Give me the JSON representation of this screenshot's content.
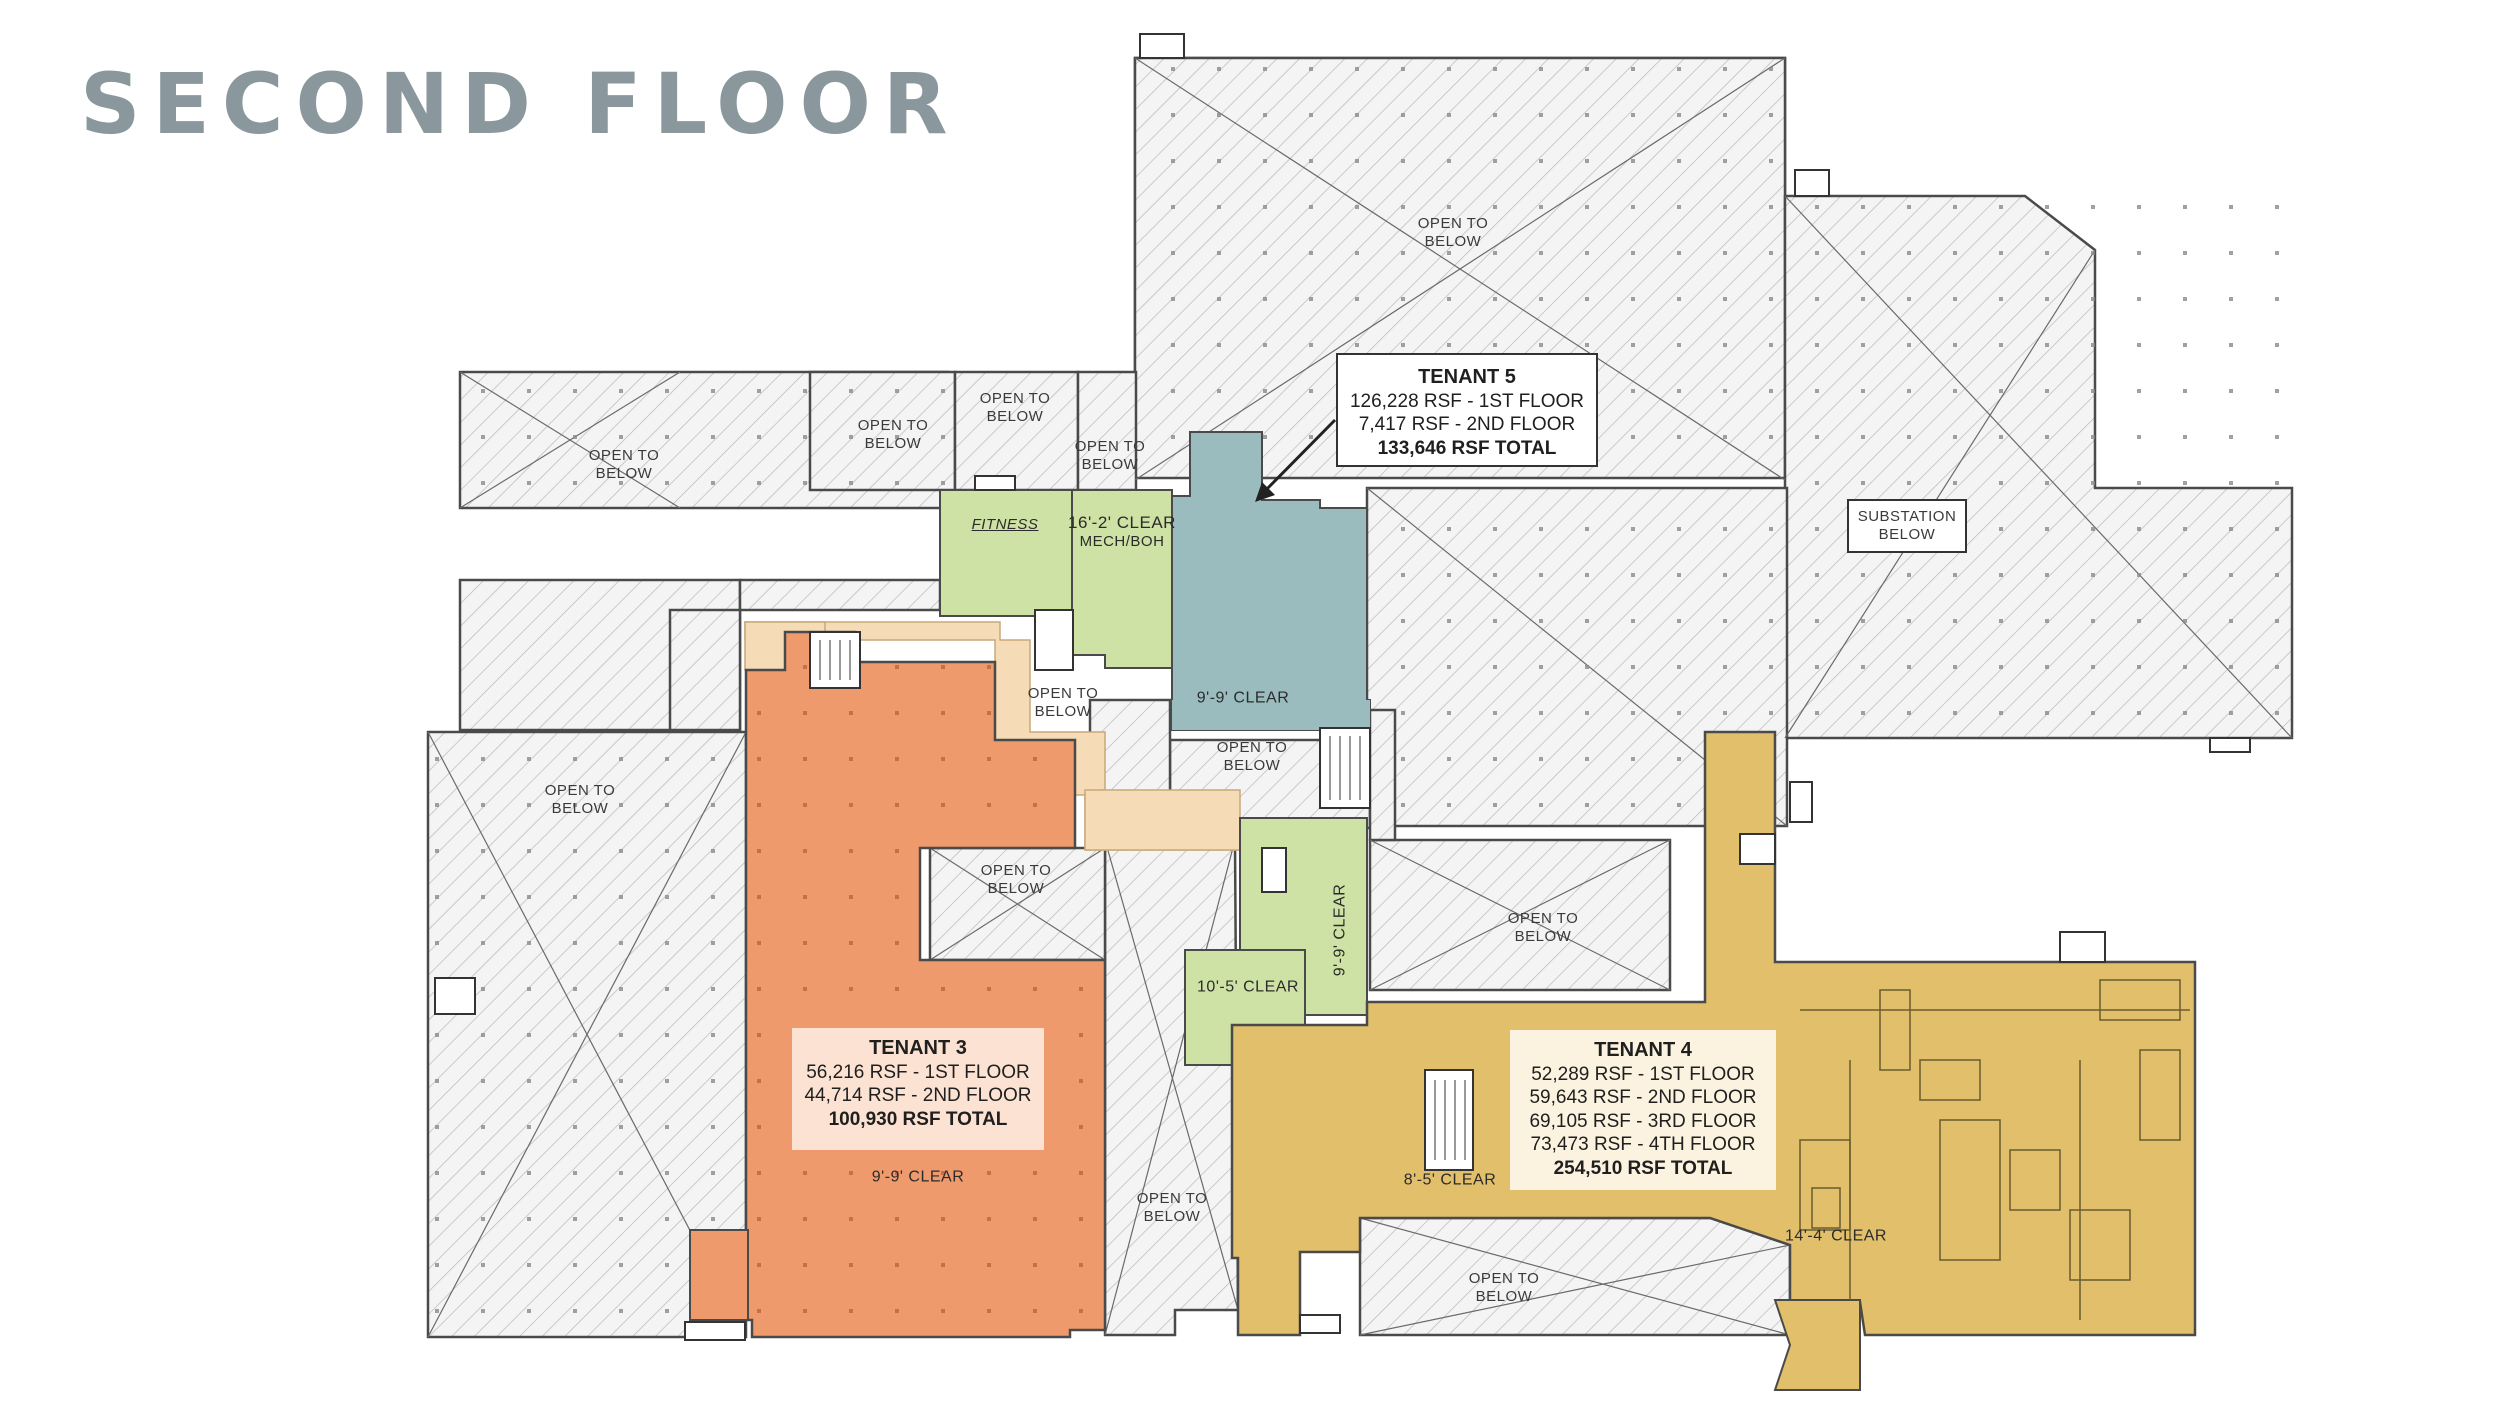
{
  "title": "SECOND FLOOR",
  "colors": {
    "tenant_3": "#ef9a6d",
    "tenant_4": "#e2bf6b",
    "tenant_5": "#9bbcbf",
    "amenity": "#cfe2a5",
    "corridor": "#f6dcb6",
    "open_to_below": "#f2f2f2",
    "outline": "#4a4a4a",
    "title": "#8a989e"
  },
  "open_to_below": {
    "label_line1": "OPEN TO",
    "label_line2": "BELOW"
  },
  "substation": {
    "line1": "SUBSTATION",
    "line2": "BELOW"
  },
  "rooms": {
    "fitness": "FITNESS",
    "mech_clear": "16'-2' CLEAR",
    "mech": "MECH/BOH"
  },
  "clearances": {
    "tenant5": "9'-9' CLEAR",
    "tenant3": "9'-9' CLEAR",
    "amenity_vertical": "9'-9' CLEAR",
    "amenity_lower": "10'-5' CLEAR",
    "tenant4_core": "8'-5' CLEAR",
    "tenant4_east": "14'-4' CLEAR"
  },
  "tenant_5": {
    "name": "TENANT 5",
    "line1": "126,228 RSF - 1ST FLOOR",
    "line2": "7,417 RSF - 2ND FLOOR",
    "total": "133,646 RSF TOTAL"
  },
  "tenant_3": {
    "name": "TENANT 3",
    "line1": "56,216 RSF - 1ST FLOOR",
    "line2": "44,714 RSF - 2ND FLOOR",
    "total": "100,930 RSF TOTAL"
  },
  "tenant_4": {
    "name": "TENANT 4",
    "line1": "52,289 RSF - 1ST FLOOR",
    "line2": "59,643 RSF - 2ND FLOOR",
    "line3": "69,105 RSF - 3RD FLOOR",
    "line4": "73,473 RSF - 4TH FLOOR",
    "total": "254,510 RSF TOTAL"
  }
}
